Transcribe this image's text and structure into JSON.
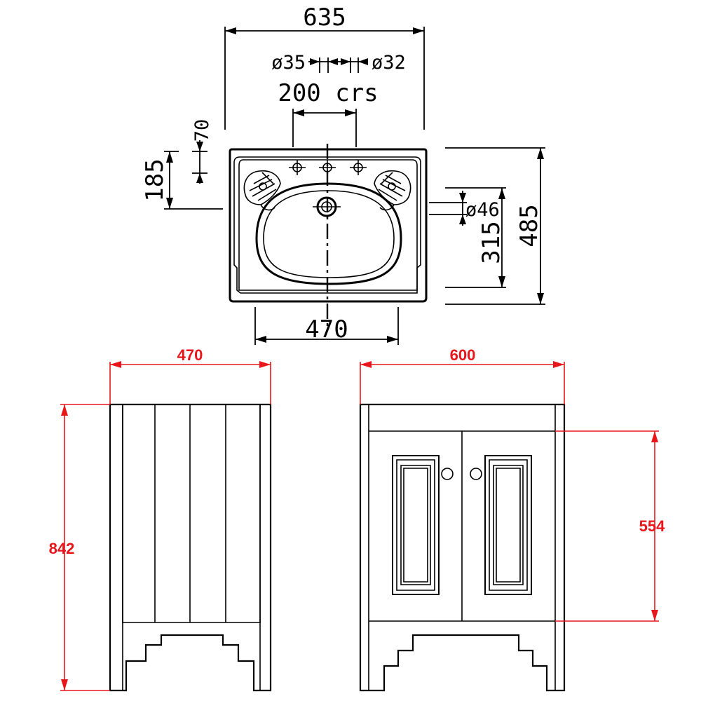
{
  "basin_plan": {
    "overall_width": "635",
    "tap_left_diameter": "ø35",
    "tap_right_diameter": "ø32",
    "tap_centres": "200 crs",
    "tap_setback": "70",
    "front_to_taps": "185",
    "overall_depth": "485",
    "waste_diameter": "ø46",
    "waste_to_front": "315",
    "bowl_width": "470"
  },
  "side_elevation": {
    "width": "470",
    "height": "842"
  },
  "front_elevation": {
    "width": "600",
    "door_height": "554"
  },
  "colors": {
    "line": "#000000",
    "dimension_red": "#e8151b",
    "background": "#ffffff"
  }
}
